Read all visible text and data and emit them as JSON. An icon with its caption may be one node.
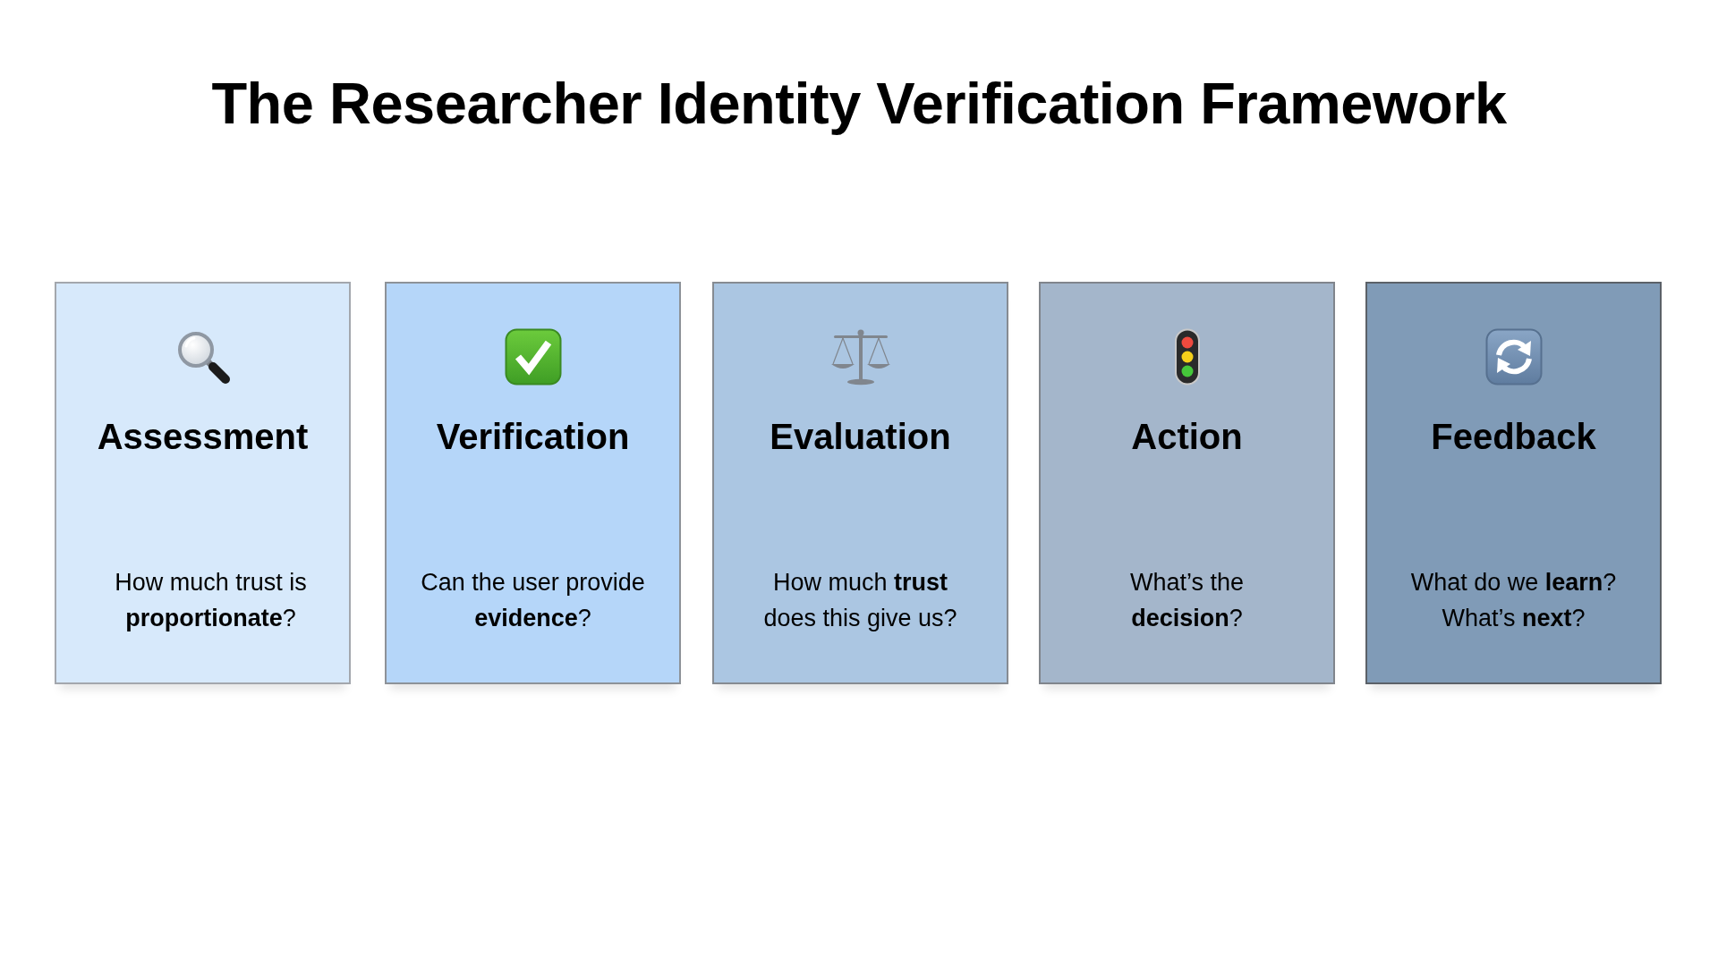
{
  "diagram": {
    "title": "The Researcher Identity Verification Framework",
    "nodes": [
      {
        "text": [
          "Assessment",
          "How much trust is **proportionate**?"
        ]
      },
      {
        "text": [
          "Verification",
          "Can the user provide **evidence**?"
        ]
      },
      {
        "text": [
          "Evaluation",
          "How much **trust** does this give us?"
        ]
      },
      {
        "text": [
          "Action",
          "What’s the **decision**?"
        ]
      },
      {
        "text": [
          "Feedback",
          "What do we **learn**?",
          "What’s **next**?"
        ]
      }
    ],
    "edges": []
  }
}
